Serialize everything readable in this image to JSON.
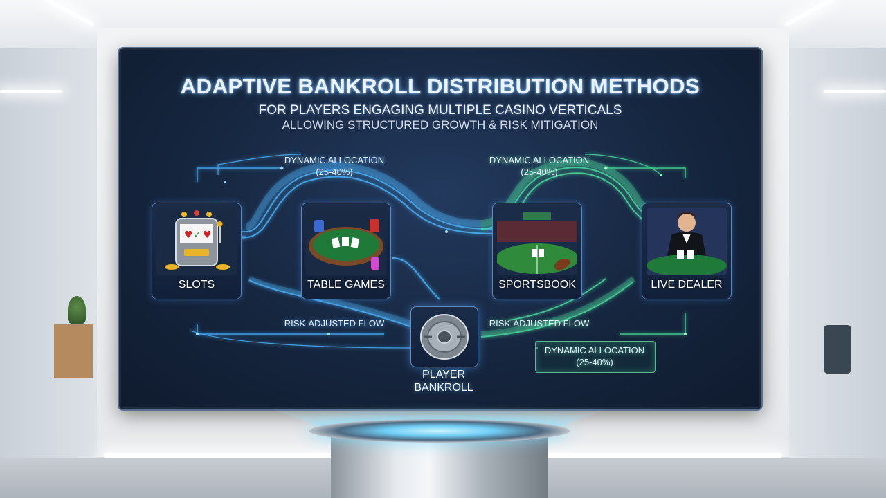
{
  "diagram": {
    "title": "ADAPTIVE BANKROLL DISTRIBUTION METHODS",
    "subtitle_line1": "FOR PLAYERS ENGAGING MULTIPLE CASINO VERTICALS",
    "subtitle_line2": "ALLOWING STRUCTURED GROWTH & RISK MITIGATION",
    "flow_labels": {
      "top_left": [
        "DYNAMIC ALLOCATION",
        "(25-40%)"
      ],
      "top_right": [
        "DYNAMIC ALLOCATION",
        "(25-40%)"
      ],
      "bottom_left": "RISK-ADJUSTED FLOW",
      "bottom_right": "RISK-ADJUSTED FLOW",
      "bottom_box": [
        "DYNAMIC ALLOCATION",
        "(25-40%)"
      ]
    },
    "verticals": [
      {
        "label": "SLOTS",
        "icon": "slot-machine-icon"
      },
      {
        "label": "TABLE GAMES",
        "icon": "poker-table-icon"
      },
      {
        "label": "SPORTSBOOK",
        "icon": "stadium-icon"
      },
      {
        "label": "LIVE DEALER",
        "icon": "dealer-icon"
      }
    ],
    "hub": {
      "label_line1": "PLAYER",
      "label_line2": "BANKROLL",
      "icon": "vault-icon"
    },
    "colors": {
      "blue_flow": "#4fb8ff",
      "green_flow": "#4fe0a0",
      "screen_bg": "#16263f"
    }
  }
}
